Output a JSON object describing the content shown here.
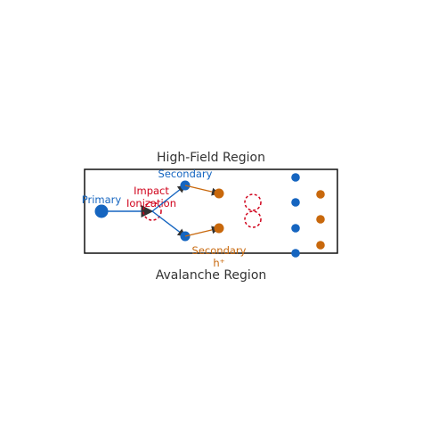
{
  "labels": {
    "top_title": "High-Field Region",
    "bottom_title": "Avalanche Region",
    "primary": "Primary",
    "impact_line1": "Impact",
    "impact_line2": "Ionization",
    "secondary_electron": "Secondary",
    "secondary_hole_line1": "Secondary",
    "secondary_hole_line2": "h⁺"
  },
  "colors": {
    "electron": "#1565c0",
    "hole": "#c8680c",
    "ionization": "#d0021b",
    "arrowhead": "#333333",
    "frame": "#111111",
    "title_text": "#333333"
  }
}
